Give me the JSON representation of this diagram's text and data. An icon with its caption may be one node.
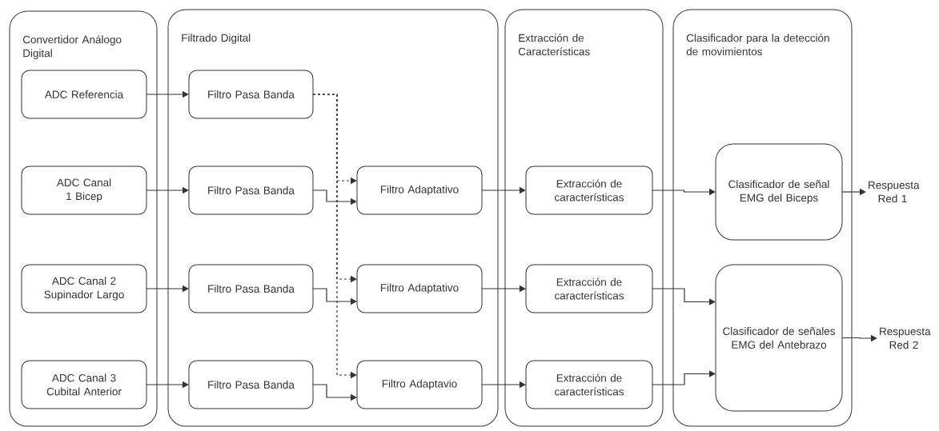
{
  "diagram": {
    "nodes": [
      {
        "text": [
          "Convertidor Análogo Digital"
        ]
      },
      {
        "text": [
          "ADC Referencia"
        ],
        "in": 0
      },
      {
        "text": [
          "ADC Canal 1 Bicep"
        ],
        "in": 0
      },
      {
        "text": [
          "ADC Canal 2 Supinador Largo"
        ],
        "in": 0
      },
      {
        "text": [
          "ADC Canal 3 Cubital Anterior"
        ],
        "in": 0
      },
      {
        "text": [
          "Filtrado Digital"
        ]
      },
      {
        "text": [
          "Filtro Pasa Banda"
        ],
        "in": 5
      },
      {
        "text": [
          "Filtro Pasa Banda"
        ],
        "in": 5
      },
      {
        "text": [
          "Filtro Pasa Banda"
        ],
        "in": 5
      },
      {
        "text": [
          "Filtro Pasa Banda"
        ],
        "in": 5
      },
      {
        "text": [
          "Filtro Adaptativo"
        ],
        "in": 5
      },
      {
        "text": [
          "Filtro Adaptativo"
        ],
        "in": 5
      },
      {
        "text": [
          "Filtro Adaptavio"
        ],
        "in": 5
      },
      {
        "text": [
          "Extracción de Características"
        ]
      },
      {
        "text": [
          "Extracción de características"
        ],
        "in": 13
      },
      {
        "text": [
          "Extracción de características"
        ],
        "in": 13
      },
      {
        "text": [
          "Extracción de características"
        ],
        "in": 13
      },
      {
        "text": [
          "Clasificador para la detección de movimientos"
        ]
      },
      {
        "text": [
          "Clasificador de señal EMG del Biceps"
        ],
        "in": 17
      },
      {
        "text": [
          "Clasificador de señales EMG del Antebrazo"
        ],
        "in": 17
      },
      {
        "text": [
          "Respuesta Red 1"
        ]
      },
      {
        "text": [
          "Respuesta Red 2"
        ]
      }
    ],
    "edges": [
      {
        "from": 1,
        "to": 6,
        "arrow": "to"
      },
      {
        "from": 2,
        "to": 7,
        "arrow": "to"
      },
      {
        "from": 3,
        "to": 8,
        "arrow": "to"
      },
      {
        "from": 4,
        "to": 9,
        "arrow": "to"
      },
      {
        "from": 6,
        "to": 10,
        "arrow": "to",
        "style": "dashed"
      },
      {
        "from": 6,
        "to": 11,
        "arrow": "to",
        "style": "dashed"
      },
      {
        "from": 6,
        "to": 12,
        "arrow": "to",
        "style": "dashed"
      },
      {
        "from": 7,
        "to": 10,
        "arrow": "to"
      },
      {
        "from": 8,
        "to": 11,
        "arrow": "to"
      },
      {
        "from": 9,
        "to": 12,
        "arrow": "to"
      },
      {
        "from": 10,
        "to": 14,
        "arrow": "to"
      },
      {
        "from": 11,
        "to": 15,
        "arrow": "to"
      },
      {
        "from": 12,
        "to": 16,
        "arrow": "to"
      },
      {
        "from": 14,
        "to": 18,
        "arrow": "to"
      },
      {
        "from": 15,
        "to": 19,
        "arrow": "to"
      },
      {
        "from": 16,
        "to": 19,
        "arrow": "to"
      },
      {
        "from": 18,
        "to": 20,
        "arrow": "to"
      },
      {
        "from": 19,
        "to": 21,
        "arrow": "to"
      }
    ]
  }
}
